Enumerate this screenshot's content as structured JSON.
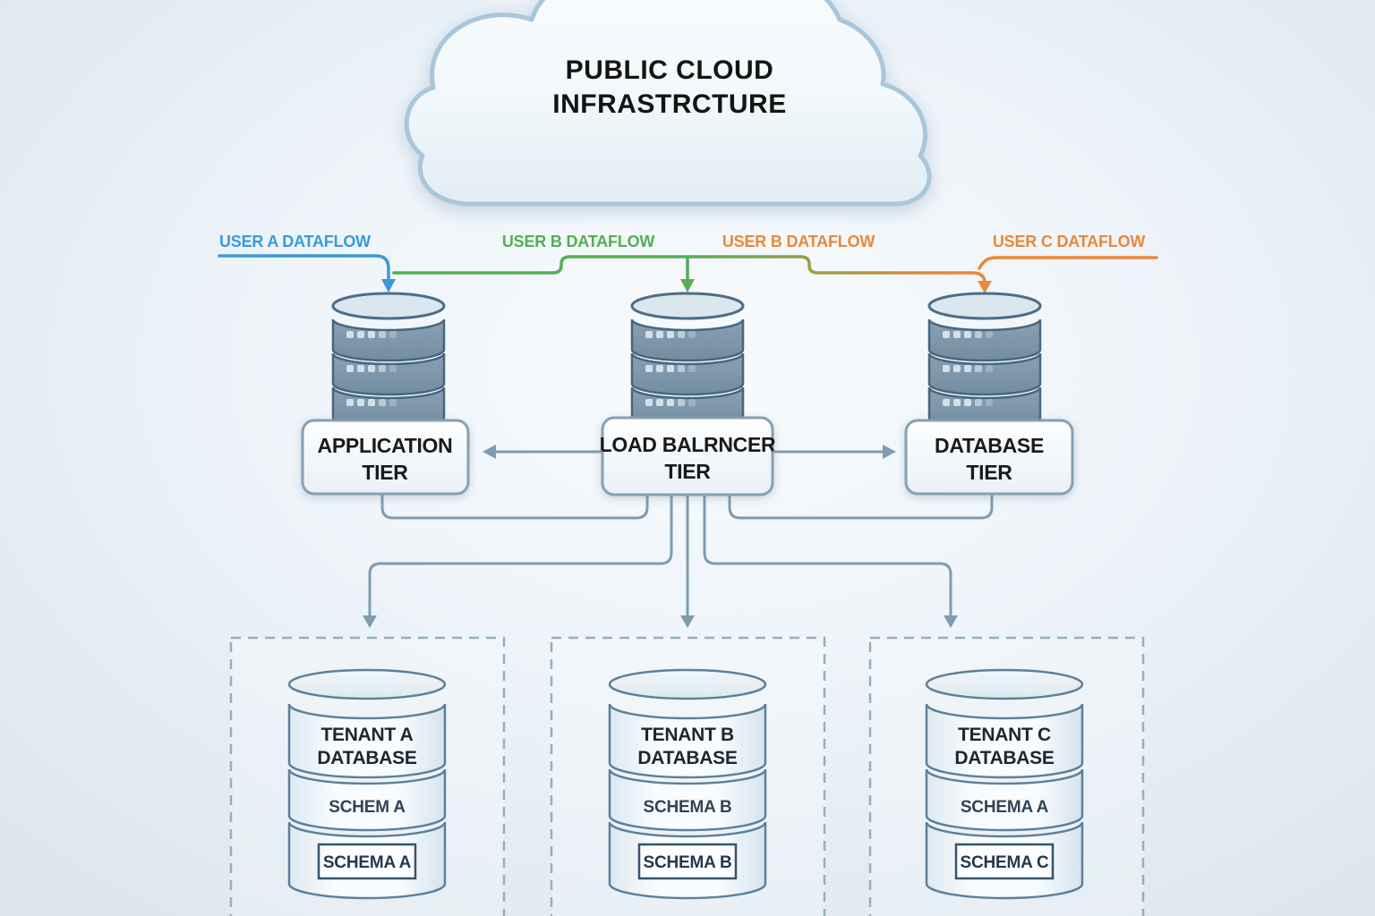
{
  "cloud": {
    "line1": "PUBLIC CLOUD",
    "line2": "INFRASTRCTURE"
  },
  "dataflows": [
    {
      "label": "USER A DATAFLOW",
      "color": "#3a99d8"
    },
    {
      "label": "USER B DATAFLOW",
      "color": "#55ae55"
    },
    {
      "label": "USER B DATAFLOW",
      "color": "#e8883b"
    },
    {
      "label": "USER C DATAFLOW",
      "color": "#e8883b"
    }
  ],
  "tiers": [
    {
      "line1": "APPLICATION",
      "line2": "TIER"
    },
    {
      "line1": "LOAD BALRNCER",
      "line2": "TIER"
    },
    {
      "line1": "DATABASE",
      "line2": "TIER"
    }
  ],
  "tenants": [
    {
      "title_line1": "TENANT A",
      "title_line2": "DATABASE",
      "schema": "SCHEM A",
      "schema_boxed": "SCHEMA A"
    },
    {
      "title_line1": "TENANT B",
      "title_line2": "DATABASE",
      "schema": "SCHEMA B",
      "schema_boxed": "SCHEMA B"
    },
    {
      "title_line1": "TENANT C",
      "title_line2": "DATABASE",
      "schema": "SCHEMA A",
      "schema_boxed": "SCHEMA C"
    }
  ],
  "colors": {
    "diagram_line": "#7f9cb0",
    "dark_outline": "#47677f",
    "server_fill": "#7e95a7",
    "cloud_stroke": "#a9c6da",
    "text_dark": "#1a1a1a",
    "background": "#eef4f9"
  }
}
